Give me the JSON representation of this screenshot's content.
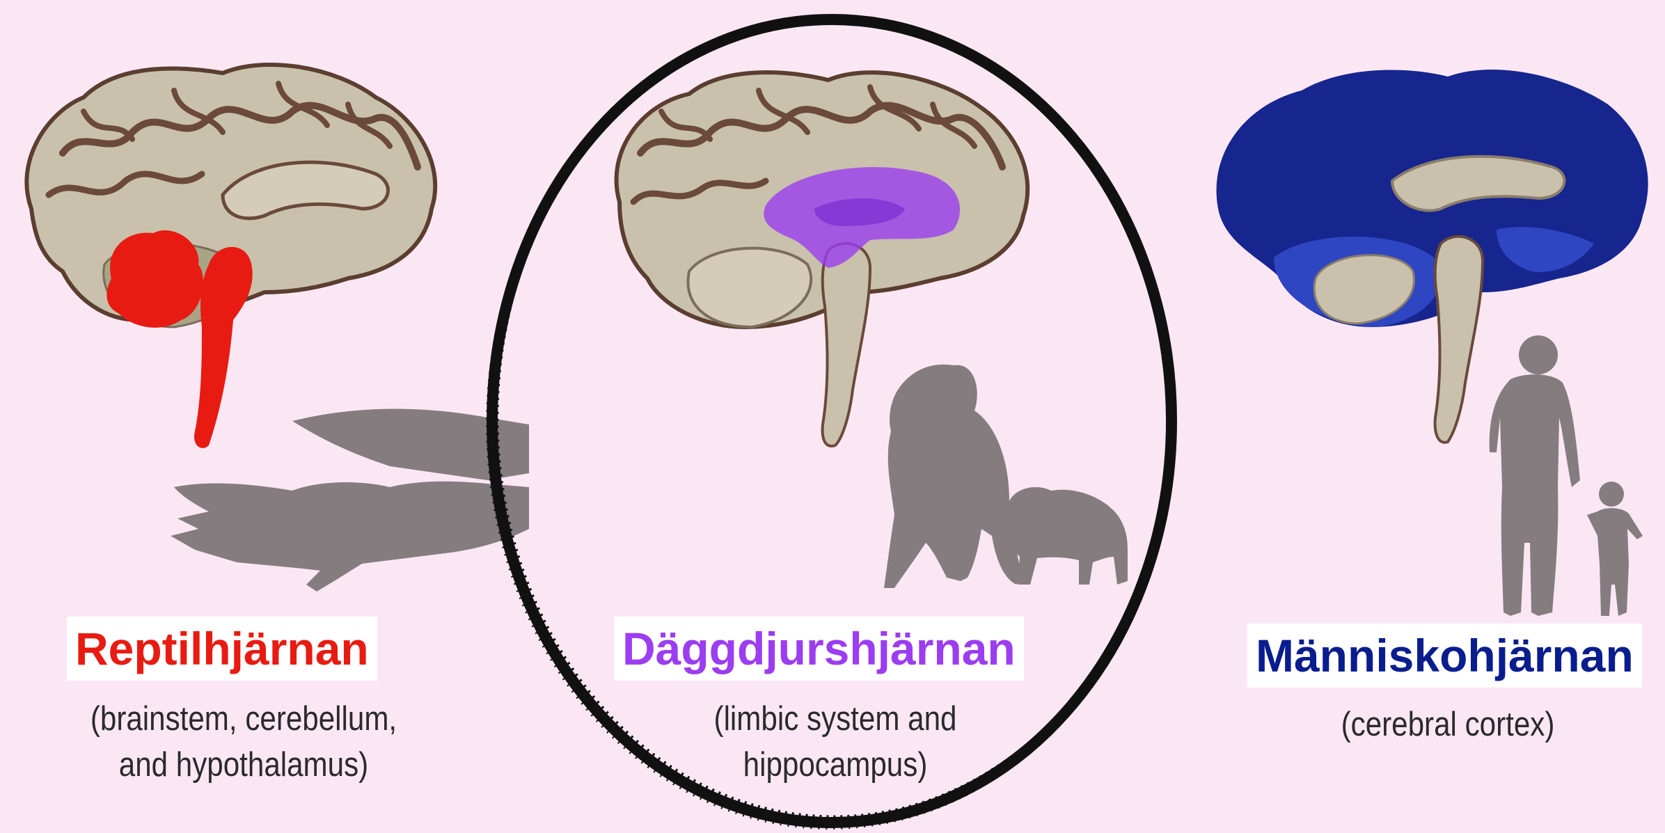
{
  "colors": {
    "background": "#fbe7f4",
    "reptile_accent": "#e81b12",
    "mammal_accent": "#9b3df0",
    "human_accent": "#0a1d8e",
    "brain_tissue": "#c9c1ac",
    "brain_fold": "#6b4a3a",
    "silhouette": "#857c80",
    "ellipse": "#111111"
  },
  "panels": [
    {
      "title": "Reptilhjärnan",
      "subtitle_line1": "(brainstem, cerebellum,",
      "subtitle_line2": "and hypothalamus)",
      "icons": [
        "brain-icon",
        "crocodile-icon"
      ]
    },
    {
      "title": "Däggdjurshjärnan",
      "subtitle_line1": "(limbic system and",
      "subtitle_line2": "hippocampus)",
      "icons": [
        "brain-icon",
        "ape-icon",
        "young-ape-icon"
      ],
      "highlighted": true
    },
    {
      "title": "Människohjärnan",
      "subtitle_line1": "(cerebral cortex)",
      "icons": [
        "brain-icon",
        "adult-human-icon",
        "child-icon"
      ]
    }
  ]
}
